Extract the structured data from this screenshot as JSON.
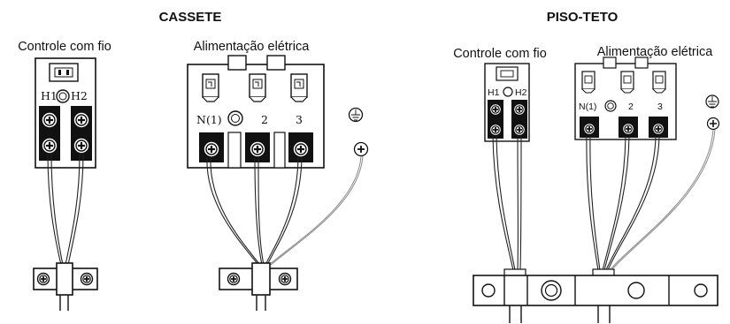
{
  "cassete": {
    "title": "CASSETE",
    "control_label": "Controle com fio",
    "power_label": "Alimentação elétrica",
    "h1": "H1",
    "h2": "H2",
    "n1": "N(1)",
    "t2": "2",
    "t3": "3"
  },
  "piso_teto": {
    "title": "PISO-TETO",
    "control_label": "Controle com fio",
    "power_label": "Alimentação elétrica",
    "h1": "H1",
    "h2": "H2",
    "n1": "N(1)",
    "t2": "2",
    "t3": "3"
  },
  "icons": [
    "ground-icon",
    "terminal-screw-icon",
    "connector-plug-icon",
    "cable-clamp-icon"
  ]
}
